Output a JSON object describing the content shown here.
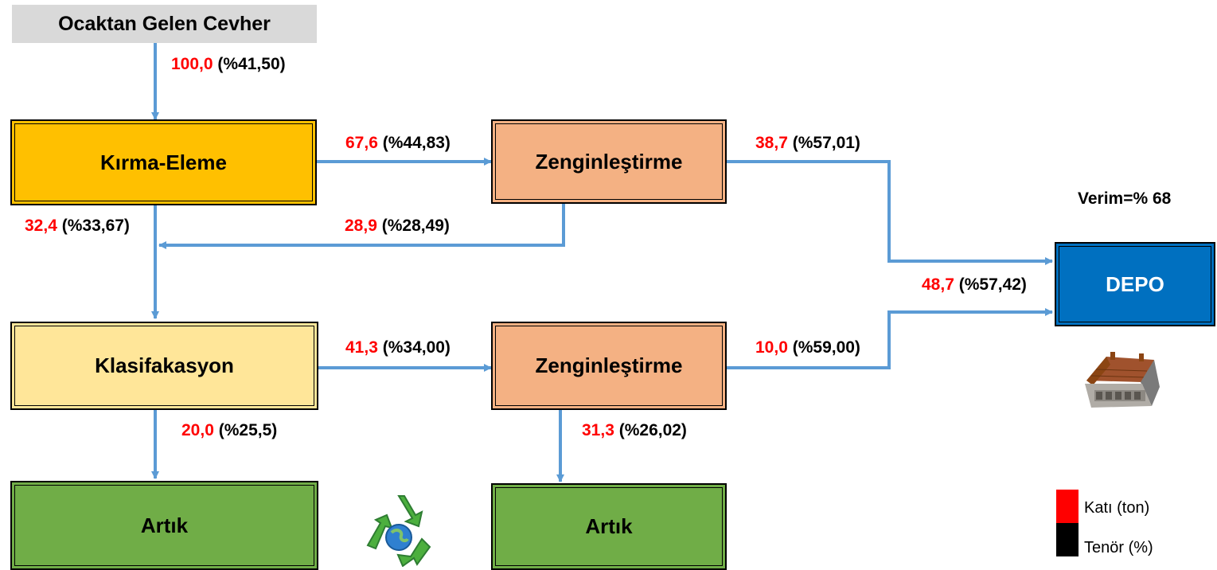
{
  "diagram": {
    "source": "Ocaktan Gelen Cevher",
    "colors": {
      "flow_line": "#5b9bd5",
      "solid_text": "#ff0000",
      "grade_text": "#000000",
      "kirma": "#ffc000",
      "klasifikasyon": "#ffe699",
      "zenginlestirme": "#f4b183",
      "artik": "#70ad47",
      "depo": "#0070c0"
    },
    "nodes": {
      "kirma": "Kırma-Eleme",
      "zen1": "Zenginleştirme",
      "klasif": "Klasifakasyon",
      "zen2": "Zenginleştirme",
      "artik1": "Artık",
      "artik2": "Artık",
      "depo": "DEPO"
    },
    "flows": {
      "feed": {
        "solid": "100,0",
        "grade": "(%41,50)"
      },
      "kirma_to_zen1": {
        "solid": "67,6",
        "grade": "(%44,83)"
      },
      "zen1_to_depo": {
        "solid": "38,7",
        "grade": "(%57,01)"
      },
      "kirma_down": {
        "solid": "32,4",
        "grade": "(%33,67)"
      },
      "zen1_return": {
        "solid": "28,9",
        "grade": "(%28,49)"
      },
      "depo_total": {
        "solid": "48,7",
        "grade": "(%57,42)"
      },
      "klasif_to_zen2": {
        "solid": "41,3",
        "grade": "(%34,00)"
      },
      "zen2_to_depo": {
        "solid": "10,0",
        "grade": "(%59,00)"
      },
      "klasif_to_artik": {
        "solid": "20,0",
        "grade": "(%25,5)"
      },
      "zen2_to_artik": {
        "solid": "31,3",
        "grade": "(%26,02)"
      }
    },
    "verim": "Verim=% 68",
    "legend": {
      "solid": {
        "label": "Katı (ton)",
        "color": "#ff0000"
      },
      "grade": {
        "label": "Tenör (%)",
        "color": "#000000"
      }
    },
    "icons": [
      "recycle-icon",
      "warehouse-icon"
    ]
  }
}
